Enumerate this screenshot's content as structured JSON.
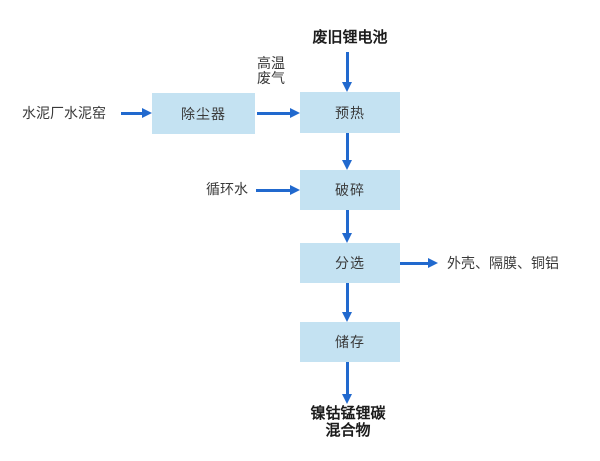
{
  "diagram": {
    "battery_input_label": "废旧锂电池",
    "hot_gas_label": {
      "line1": "高温",
      "line2": "废气"
    },
    "cement_kiln_label": "水泥厂水泥窑",
    "circulating_water_label": "循环水",
    "nodes": {
      "dust_collector": "除尘器",
      "preheat": "预热",
      "crush": "破碎",
      "sort": "分选",
      "store": "储存"
    },
    "sort_output_label": "外壳、隔膜、铜铝",
    "final_output_label": {
      "line1": "镍钴锰锂碳",
      "line2": "混合物"
    },
    "colors": {
      "box_fill": "#C4E2F2",
      "arrow": "#2169CE",
      "text": "#333333",
      "background": "#FFFFFF"
    }
  }
}
